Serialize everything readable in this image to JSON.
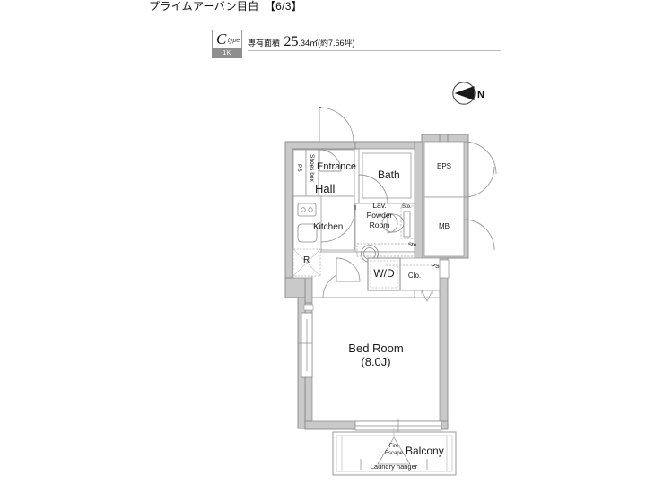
{
  "header": {
    "title": "プライムアーバン目白　【6/3】",
    "type_badge": {
      "letter": "C",
      "suffix": "type",
      "plan": "1K"
    },
    "area": {
      "label": "専有面積",
      "value": "25",
      "decimal": ".34",
      "unit": "㎡(約7.66坪)"
    }
  },
  "compass": {
    "name": "north-arrow",
    "letter": "N"
  },
  "rooms": {
    "entrance": "Entrance",
    "hall": "Hall",
    "kitchen": "Kitchen",
    "refrigerator": "R",
    "shoes_box": "Shoes box",
    "ps_left": "PS",
    "bath": "Bath",
    "lav_line1": "Lav.",
    "lav_line2": "Powder",
    "lav_line3": "Room",
    "sto_upper": "Sto.",
    "sto_lower": "Sto.",
    "eps": "EPS",
    "mb": "MB",
    "ps_right": "PS",
    "wd": "W/D",
    "closet": "Clo.",
    "bedroom_name": "Bed Room",
    "bedroom_size": "(8.0J)",
    "balcony": "Balcony",
    "fire_escape_line1": "Fire",
    "fire_escape_line2": "Escape",
    "laundry_hanger": "Laundry hanger"
  },
  "colors": {
    "wall_fill": "#c9c9c9",
    "wall_stroke": "#8a8a8a",
    "room_fill": "#ffffff",
    "thin_line": "#9a9a9a",
    "badge_gray": "#8f8f8f",
    "text": "#1a1a1a"
  }
}
